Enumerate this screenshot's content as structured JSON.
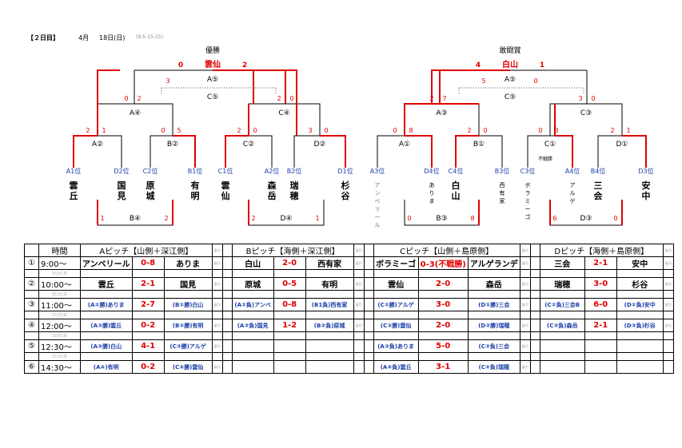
{
  "header": {
    "day": "【２日目】",
    "month": "4月",
    "date": "18日(日)",
    "note": "(9:5-15-15)"
  },
  "left_bracket": {
    "title": "優勝",
    "winner": "雲仙",
    "score_left": "0",
    "score_right": "2",
    "final_label": "A⑤",
    "final_score_mid": "3",
    "third_label": "C⑤",
    "semi_left_label": "A④",
    "semi_left_scores": [
      "0",
      "2"
    ],
    "semi_right_label": "C④",
    "semi_right_scores": [
      "2",
      "0"
    ],
    "qf": [
      {
        "label": "A②",
        "s": [
          "2",
          "1"
        ]
      },
      {
        "label": "B②",
        "s": [
          "0",
          "5"
        ]
      },
      {
        "label": "C②",
        "s": [
          "2",
          "0"
        ]
      },
      {
        "label": "D②",
        "s": [
          "3",
          "0"
        ]
      }
    ],
    "seeds": [
      "A1位",
      "D2位",
      "C2位",
      "B1位",
      "C1位",
      "A2位",
      "B2位",
      "D1位"
    ],
    "teams": [
      "雲丘",
      "国見",
      "原城",
      "有明",
      "雲仙",
      "森岳",
      "瑞穂",
      "杉谷"
    ],
    "cons_label": "B④",
    "cons_left": "1",
    "cons_right": "2",
    "cons2_label": "D④",
    "cons2_left": "2",
    "cons2_right": "1"
  },
  "right_bracket": {
    "title": "敢闘賞",
    "winner": "白山",
    "score_left": "4",
    "score_right": "1",
    "final_label": "A⑤",
    "final_score_mid": "5",
    "final_score_right": "0",
    "third_label": "C⑤",
    "semi_left_label": "A③",
    "semi_left_scores": [
      "2",
      "7"
    ],
    "semi_right_label": "C③",
    "semi_right_scores": [
      "3",
      "0"
    ],
    "qf": [
      {
        "label": "A①",
        "s": [
          "0",
          "8"
        ]
      },
      {
        "label": "B①",
        "s": [
          "2",
          "0"
        ]
      },
      {
        "label": "C①",
        "s": [
          "0",
          "3"
        ]
      },
      {
        "label": "D①",
        "s": [
          "2",
          "1"
        ]
      }
    ],
    "seeds": [
      "A3位",
      "D4位",
      "C4位",
      "B3位",
      "C3位",
      "A4位",
      "B4位",
      "D3位"
    ],
    "teams": [
      "アンベリール",
      "ありま",
      "白山",
      "西有家",
      "ボラミーゴ",
      "アルゲ",
      "三会",
      "安中"
    ],
    "note_c1": "不戦勝",
    "cons_label": "B③",
    "cons_left": "0",
    "cons_right": "8",
    "cons2_label": "D③",
    "cons2_left": "6",
    "cons2_right": "0"
  },
  "schedule": {
    "headers": [
      "時間",
      "Aピッチ【山側＋深江側】",
      "Bピッチ【海側＋深江側】",
      "Cピッチ【山側＋島原側】",
      "Dピッチ【海側＋島原側】"
    ],
    "rows": [
      {
        "time": "①9:00～",
        "A": [
          "アンベリール",
          "0-8",
          "ありま"
        ],
        "B": [
          "白山",
          "2-0",
          "西有家"
        ],
        "C": [
          "ボラミーゴ",
          "0-3(不戦勝)",
          "アルゲランデ"
        ],
        "D": [
          "三会",
          "2-1",
          "安中"
        ]
      },
      {
        "time": "②10:00～",
        "A": [
          "雲丘",
          "2-1",
          "国見"
        ],
        "B": [
          "原城",
          "0-5",
          "有明"
        ],
        "C": [
          "雲仙",
          "2-0",
          "森岳"
        ],
        "D": [
          "瑞穂",
          "3-0",
          "杉谷"
        ]
      },
      {
        "time": "③11:00～",
        "A": [
          "(A①勝)ありま",
          "2-7",
          "(B①勝)白山"
        ],
        "B": [
          "(A①負)アンベ",
          "0-8",
          "(B1負)西有家"
        ],
        "C": [
          "(C①勝)アルゲ",
          "3-0",
          "(D①勝)三会"
        ],
        "D": [
          "(C①負)三会B",
          "6-0",
          "(D①負)安中"
        ]
      },
      {
        "time": "④12:00～",
        "A": [
          "(A②勝)雲丘",
          "0-2",
          "(B②勝)有明"
        ],
        "B": [
          "(A②負)国見",
          "1-2",
          "(B②負)原城"
        ],
        "C": [
          "(C②勝)雲仙",
          "2-0",
          "(D②勝)瑞穂"
        ],
        "D": [
          "(C②負)森岳",
          "2-1",
          "(D②負)杉谷"
        ]
      },
      {
        "time": "⑤12:30～",
        "A": [
          "(A③勝)白山",
          "4-1",
          "(C③勝)アルゲ"
        ],
        "B": [
          "",
          "",
          ""
        ],
        "C": [
          "(A③負)ありま",
          "5-0",
          "(C③負)三会"
        ],
        "D": [
          "",
          "",
          ""
        ]
      },
      {
        "time": "⑥14:30～",
        "A": [
          "(A④)有明",
          "0-2",
          "(C④勝)雲仙"
        ],
        "B": [
          "",
          "",
          ""
        ],
        "C": [
          "(A④負)雲丘",
          "3-1",
          "(C④負)瑞穂"
        ],
        "D": [
          "",
          "",
          ""
        ]
      }
    ],
    "gap_label": "15分1本",
    "field_note": "審判"
  },
  "colors": {
    "red": "#e00000",
    "blue": "#1a3fa8",
    "gray": "#888888"
  }
}
